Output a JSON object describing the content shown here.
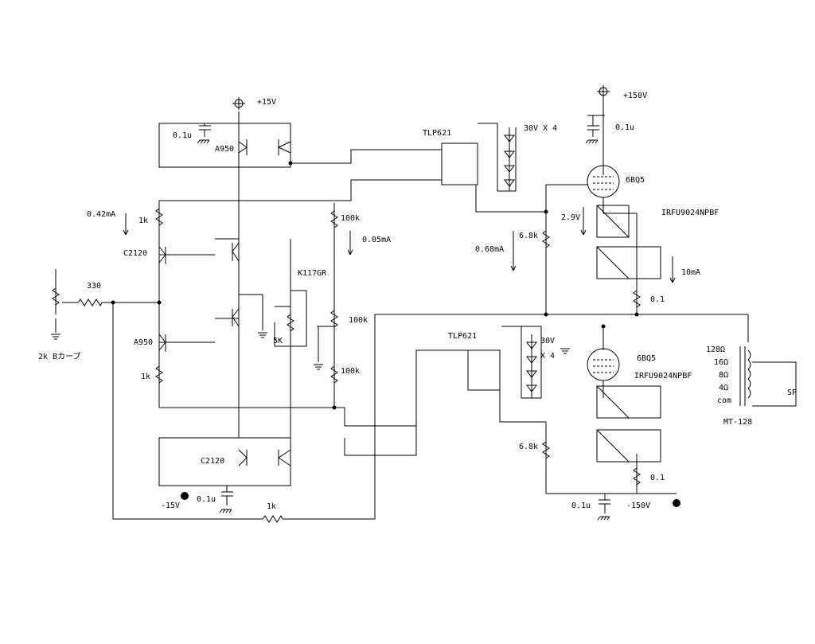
{
  "labels": {
    "vpos15": "+15V",
    "vneg15": "-15V",
    "vpos150": "+150V",
    "vneg150": "-150V",
    "c_top_left": "0.1u",
    "c_bot_left": "0.1u",
    "c_top_right": "0.1u",
    "c_bot_right": "0.1u",
    "a950_top": "A950",
    "a950_mid": "A950",
    "c2120_top": "C2120",
    "c2120_bot": "C2120",
    "i_042": "0.42mA",
    "r1k_top": "1k",
    "r1k_bot": "1k",
    "r1k_fb": "1k",
    "r330": "330",
    "pot2k": "2k Bカーブ",
    "k117gr": "K117GR",
    "pot5k": "5K",
    "r100k_a": "100k",
    "r100k_b": "100k",
    "r100k_c": "100k",
    "i_005": "0.05mA",
    "tlp_top": "TLP621",
    "tlp_bot": "TLP621",
    "zener_top": "30V X  4",
    "zener_bot_a": "30V",
    "zener_bot_b": "X  4",
    "tube_top": "6BQ5",
    "tube_bot": "6BQ5",
    "irfu_top": "IRFU9024NPBF",
    "irfu_bot": "IRFU9024NPBF",
    "v29": "2.9V",
    "r68_top": "6.8k",
    "r68_bot": "6.8k",
    "i_068": "0.68mA",
    "i_10": "10mA",
    "r01_top": "0.1",
    "r01_bot": "0.1",
    "tap128": "128Ω",
    "tap16": "16Ω",
    "tap8": "8Ω",
    "tap4": "4Ω",
    "tapcom": "com",
    "sp": "SP",
    "mt128": "MT-128"
  }
}
